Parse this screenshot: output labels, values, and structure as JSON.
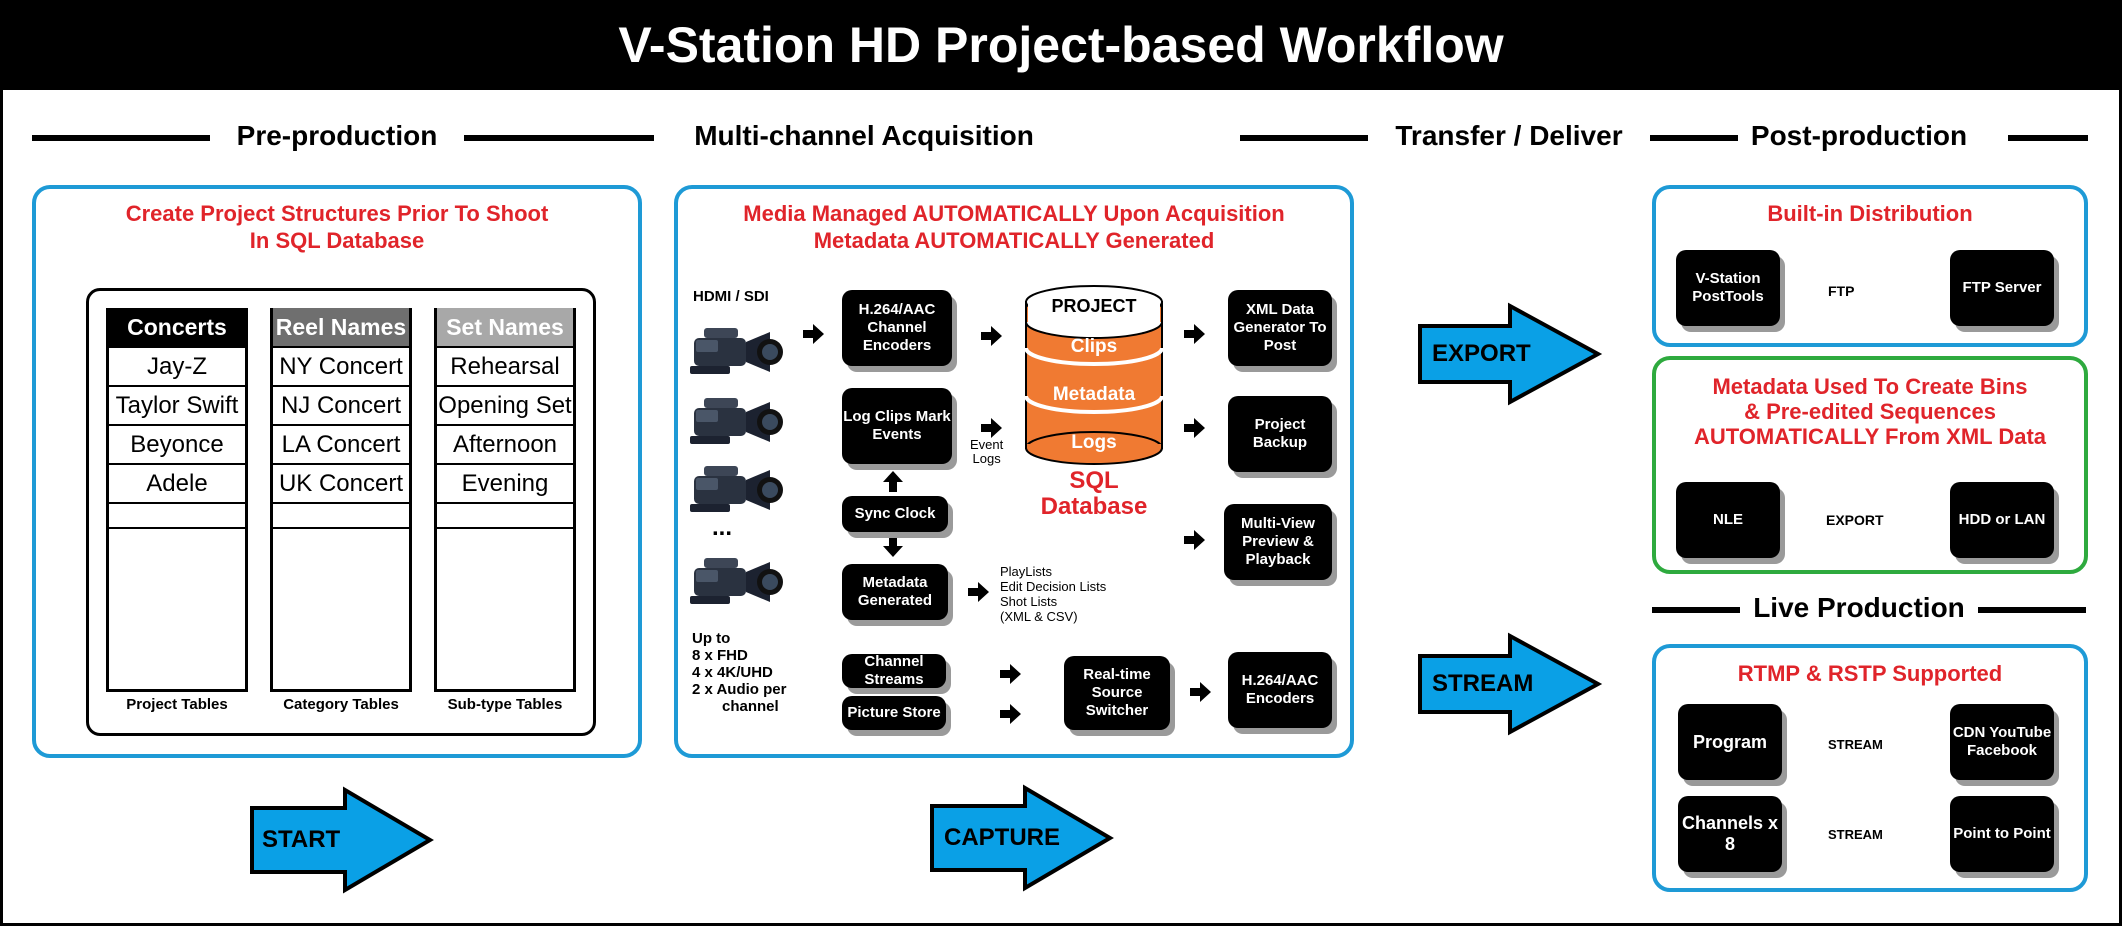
{
  "title": "V-Station HD Project-based Workflow",
  "sections": {
    "preproduction": "Pre-production",
    "acquisition": "Multi-channel Acquisition",
    "transfer": "Transfer / Deliver",
    "postproduction": "Post-production",
    "live": "Live Production"
  },
  "preprod": {
    "title_line1": "Create Project Structures Prior To Shoot",
    "title_line2": "In SQL Database",
    "tables": [
      {
        "header": "Concerts",
        "rows": [
          "Jay-Z",
          "Taylor Swift",
          "Beyonce",
          "Adele"
        ],
        "label": "Project Tables"
      },
      {
        "header": "Reel Names",
        "rows": [
          "NY Concert",
          "NJ Concert",
          "LA Concert",
          "UK Concert"
        ],
        "label": "Category Tables"
      },
      {
        "header": "Set Names",
        "rows": [
          "Rehearsal",
          "Opening Set",
          "Afternoon",
          "Evening"
        ],
        "label": "Sub-type Tables"
      }
    ]
  },
  "acq": {
    "title_line1": "Media Managed AUTOMATICALLY Upon Acquisition",
    "title_line2": "Metadata AUTOMATICALLY Generated",
    "input_label": "HDMI / SDI",
    "ellipsis": "...",
    "capacity": [
      "Up to",
      "8 x FHD",
      "4 x 4K/UHD",
      "2 x Audio per",
      "channel"
    ],
    "encoders": "H.264/AAC Channel Encoders",
    "log_clips": "Log Clips Mark Events",
    "event_logs": [
      "Event",
      "Logs"
    ],
    "sync_clock": "Sync Clock",
    "metadata_generated": "Metadata Generated",
    "lists": [
      "PlayLists",
      "Edit Decision Lists",
      "Shot Lists",
      "(XML & CSV)"
    ],
    "db": {
      "top": "PROJECT",
      "band1": "Clips",
      "band2": "Metadata",
      "band3": "Logs",
      "label1": "SQL",
      "label2": "Database"
    },
    "xml_gen": "XML Data Generator To Post",
    "backup": "Project Backup",
    "multiview": "Multi-View Preview & Playback",
    "channel_streams": "Channel Streams",
    "picture_store": "Picture Store",
    "switcher": "Real-time Source Switcher",
    "encoders2": "H.264/AAC Encoders"
  },
  "arrows": {
    "start": "START",
    "capture": "CAPTURE",
    "export": "EXPORT",
    "stream": "STREAM"
  },
  "post": {
    "dist_title": "Built-in Distribution",
    "posttools": "V-Station PostTools",
    "ftp_arrow": "FTP",
    "ftp_server": "FTP Server",
    "meta_title": [
      "Metadata Used To Create Bins",
      "& Pre-edited Sequences",
      "AUTOMATICALLY From XML Data"
    ],
    "nle": "NLE",
    "export_arrow": "EXPORT",
    "hdd": "HDD or LAN"
  },
  "live": {
    "title": "RTMP & RSTP Supported",
    "program": "Program",
    "channels": "Channels x 8",
    "stream1": "STREAM",
    "stream2": "STREAM",
    "cdn": "CDN YouTube Facebook",
    "p2p": "Point to Point"
  },
  "colors": {
    "accent_blue": "#1e9ad6",
    "arrow_blue": "#0aa0e6",
    "title_red": "#e0242a",
    "db_orange": "#f07a32",
    "green_border": "#2eaa3e"
  }
}
